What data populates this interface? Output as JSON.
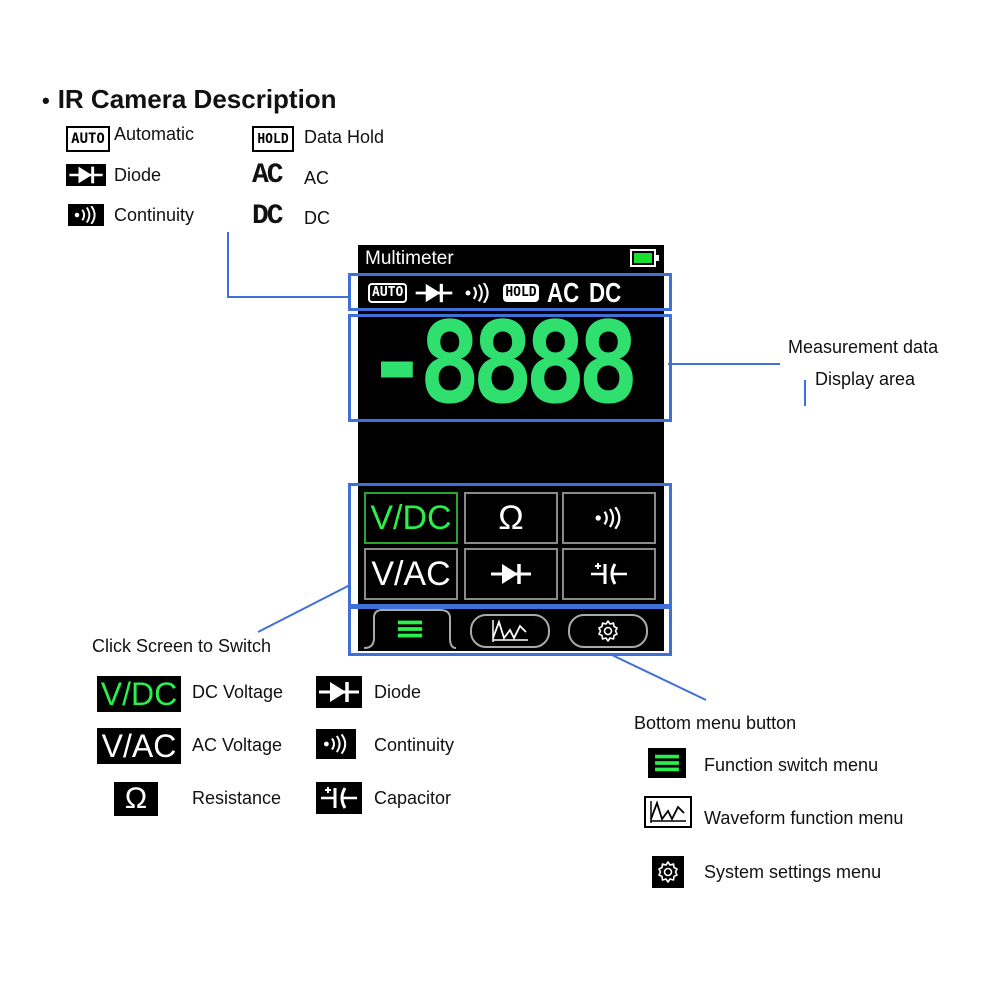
{
  "title": "IR Camera Description",
  "legend_top": {
    "auto": {
      "icon": "AUTO",
      "label": "Automatic"
    },
    "diode": {
      "label": "Diode"
    },
    "continuity": {
      "label": "Continuity"
    },
    "hold": {
      "icon": "HOLD",
      "label": "Data Hold"
    },
    "ac": {
      "icon": "AC",
      "label": "AC"
    },
    "dc": {
      "icon": "DC",
      "label": "DC"
    }
  },
  "screen": {
    "title": "Multimeter",
    "status": {
      "auto": "AUTO",
      "hold": "HOLD",
      "ac": "AC",
      "dc": "DC"
    },
    "reading": "-8888",
    "reading_color": "#2fe06f",
    "buttons": {
      "vdc": "V/DC",
      "ohm": "Ω",
      "vac": "V/AC"
    },
    "accent": "#29f04a",
    "highlight": "#3f6fd8"
  },
  "annotations": {
    "measure_line1": "Measurement data",
    "measure_line2": "Display area",
    "click_switch": "Click Screen to Switch",
    "bottom_menu": "Bottom menu button"
  },
  "legend_modes": {
    "vdc": {
      "icon": "V/DC",
      "label": "DC Voltage"
    },
    "vac": {
      "icon": "V/AC",
      "label": "AC Voltage"
    },
    "ohm": {
      "icon": "Ω",
      "label": "Resistance"
    },
    "diode": {
      "label": "Diode"
    },
    "continuity": {
      "label": "Continuity"
    },
    "capacitor": {
      "label": "Capacitor"
    }
  },
  "legend_menu": {
    "function": {
      "label": "Function switch menu"
    },
    "waveform": {
      "label": "Waveform function menu"
    },
    "settings": {
      "label": "System settings menu"
    }
  }
}
